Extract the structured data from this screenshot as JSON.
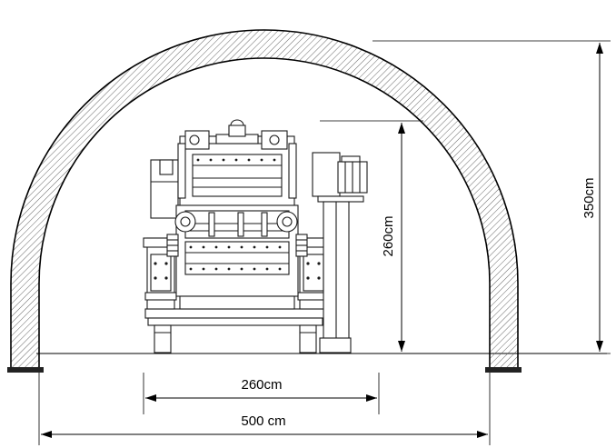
{
  "dimensions": {
    "tunnel_height": "350cm",
    "machine_height": "260cm",
    "machine_width": "260cm",
    "tunnel_width": "500 cm"
  },
  "colors": {
    "line": "#000000",
    "hatch": "#555555",
    "background": "#ffffff"
  }
}
